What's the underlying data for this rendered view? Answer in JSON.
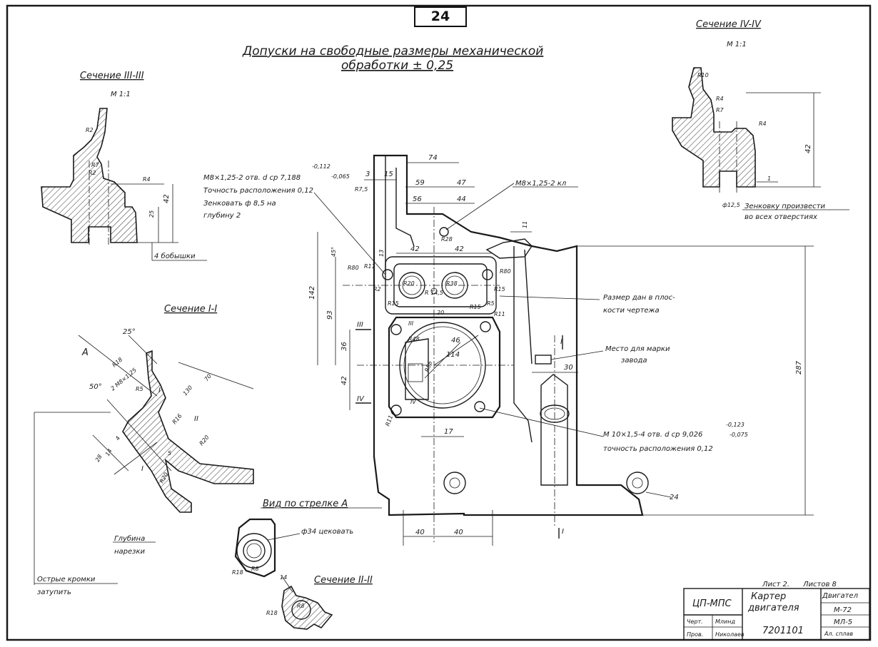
{
  "page_number": "24",
  "title": {
    "line1": "Допуски на свободные размеры механической",
    "line2": "обработки ± 0,25"
  },
  "sections": {
    "section_3": {
      "title": "Сечение III-III",
      "scale": "М 1:1",
      "note": "4 бобышки",
      "dims": [
        "R4",
        "42",
        "25",
        "R7",
        "R2",
        "R2"
      ]
    },
    "section_4": {
      "title": "Сечение IV-IV",
      "scale": "М 1:1",
      "note_line1": "Зенковку произвести",
      "note_line2": "во всех отверстиях",
      "dims": [
        "R10",
        "R4",
        "R7",
        "R4",
        "42",
        "ф12,5",
        "1"
      ]
    },
    "section_1": {
      "title": "Сечение I-I",
      "dims": [
        "25°",
        "50°",
        "R18",
        "2 М8×1,25",
        "R5",
        "130",
        "R16",
        "R20",
        "R20",
        "70",
        "5",
        "28",
        "14",
        "4"
      ],
      "labels": [
        "A",
        "I",
        "I",
        "II"
      ]
    },
    "section_2": {
      "title": "Сечение II-II",
      "dims": [
        "14",
        "R18",
        "R8"
      ]
    },
    "view_a": {
      "title": "Вид по стрелке А",
      "note": "ф34 цековать",
      "dims": [
        "R18",
        "R8"
      ]
    }
  },
  "notes": {
    "thread_depth_line1": "Глубина",
    "thread_depth_line2": "нарезки",
    "sharp_edges_line1": "Острые кромки",
    "sharp_edges_line2": "затупить",
    "m8_holes": {
      "line1": "М8×1,25-2 отв. d ср 7,188",
      "tol_upper": "-0,112",
      "tol_lower": "-0,065",
      "line2": "Точность расположения 0,12",
      "line3": "Зенковать ф 8,5 на",
      "line4": "глубину 2"
    },
    "m8_2": "М8×1,25-2 кл",
    "plane_size_line1": "Размер дан в плос-",
    "plane_size_line2": "кости чертежа",
    "mark_place_line1": "Место для марки",
    "mark_place_line2": "завода",
    "m10_holes": {
      "line1": "М 10×1,5-4 отв. d ср 9,026",
      "tol_upper": "-0,123",
      "tol_lower": "-0,075",
      "line2": "точность расположения 0,12"
    }
  },
  "main_dims": {
    "d74": "74",
    "d3": "3",
    "d15": "15",
    "d59": "59",
    "d47": "47",
    "d56": "56",
    "d44": "44",
    "r75": "R7,5",
    "d11": "11",
    "r28": "R28",
    "d42a": "42",
    "d42b": "42",
    "a45": "45°",
    "d13": "13",
    "r80a": "R80",
    "r80b": "R80",
    "r11a": "R11",
    "r2": "R2",
    "r15a": "R15",
    "r15b": "R15",
    "r15c": "R15",
    "r5": "R5",
    "r11b": "R11",
    "r145": "R 14,5",
    "d20": "20",
    "d142": "142",
    "d93": "93",
    "d36": "36",
    "d42c": "42",
    "d46": "46",
    "d114": "114",
    "r56": "R56",
    "r48": "R48",
    "r11c": "R11",
    "d30": "30",
    "d287": "287",
    "d17": "17",
    "d40a": "40",
    "d40b": "40",
    "d24": "24",
    "r20": "R20",
    "r38": "R38",
    "sec3": "III",
    "sec3b": "III",
    "sec4": "IV",
    "sec4b": "IV",
    "sec1a": "I",
    "sec1b": "I"
  },
  "title_block": {
    "sheet": "Лист 2.",
    "sheets": "Листов 8",
    "org": "ЦП-МПС",
    "part_line1": "Картер",
    "part_line2": "двигателя",
    "assembly": "Двигател",
    "model": "М-72",
    "role_drawn": "Черт.",
    "name_drawn": "Млинд",
    "role_checked": "Пров.",
    "name_checked": "Николаев",
    "number": "7201101",
    "material": "МЛ-5",
    "material_note": "Ал. сплав"
  }
}
